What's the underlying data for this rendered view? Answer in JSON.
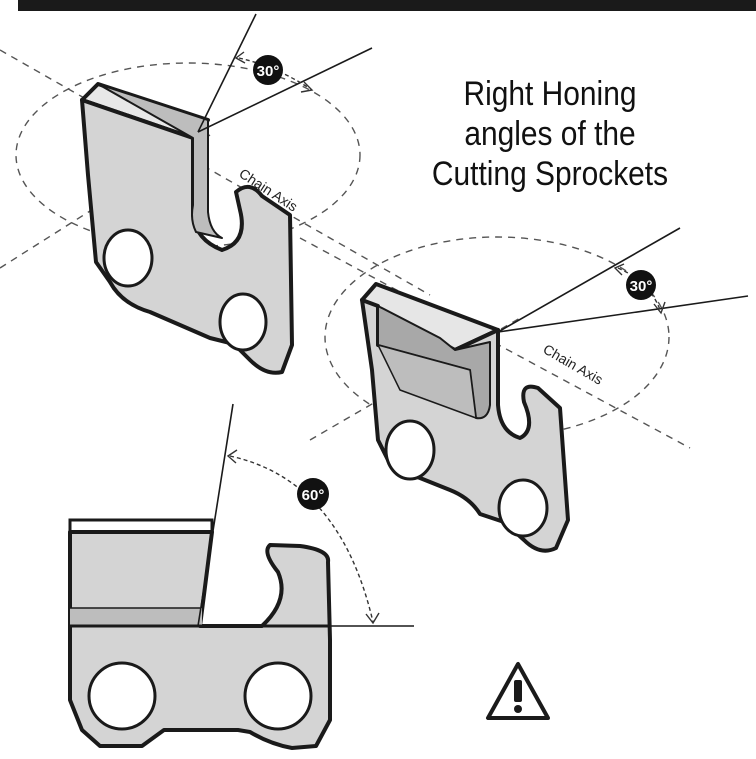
{
  "title": {
    "line1": "Right Honing",
    "line2": "angles of the",
    "line3": "Cutting Sprockets"
  },
  "angles": {
    "top_left": "30°",
    "top_right": "30°",
    "bottom": "60°"
  },
  "axis_labels": {
    "top_left": "Chain Axis",
    "right": "Chain Axis"
  },
  "colors": {
    "tooth_fill": "#d4d4d4",
    "tooth_shade": "#bdbdbd",
    "outline": "#1a1a1a",
    "badge": "#111111",
    "top_bar": "#1a1a1a"
  },
  "icons": {
    "warning": "warning-triangle-icon"
  }
}
